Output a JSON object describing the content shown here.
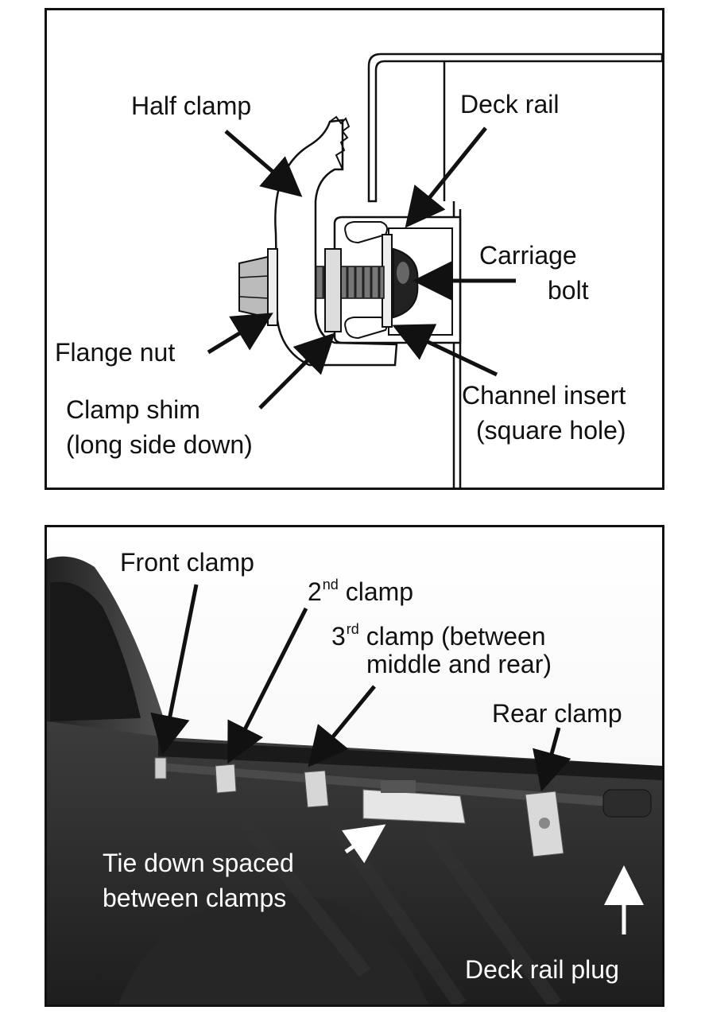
{
  "top_diagram": {
    "labels": {
      "half_clamp": "Half clamp",
      "deck_rail": "Deck rail",
      "carriage_bolt_line1": "Carriage",
      "carriage_bolt_line2": "bolt",
      "flange_nut": "Flange nut",
      "clamp_shim_line1": "Clamp shim",
      "clamp_shim_line2": "(long side down)",
      "channel_insert_line1": "Channel insert",
      "channel_insert_line2": "(square hole)"
    }
  },
  "bottom_photo": {
    "labels": {
      "front_clamp": "Front clamp",
      "second_clamp_num": "2",
      "second_clamp_sup": "nd",
      "second_clamp_rest": " clamp",
      "third_clamp_num": "3",
      "third_clamp_sup": "rd",
      "third_clamp_rest": " clamp (between",
      "third_clamp_line2": "middle and rear)",
      "rear_clamp": "Rear clamp",
      "tie_down_line1": "Tie down spaced",
      "tie_down_line2": "between clamps",
      "deck_rail_plug": "Deck rail plug"
    }
  },
  "colors": {
    "line": "#111111",
    "photo_dark": "#2a2a2a",
    "photo_mid": "#5a5a5a",
    "photo_light": "#d8d8d8",
    "arrow_white": "#ffffff"
  }
}
